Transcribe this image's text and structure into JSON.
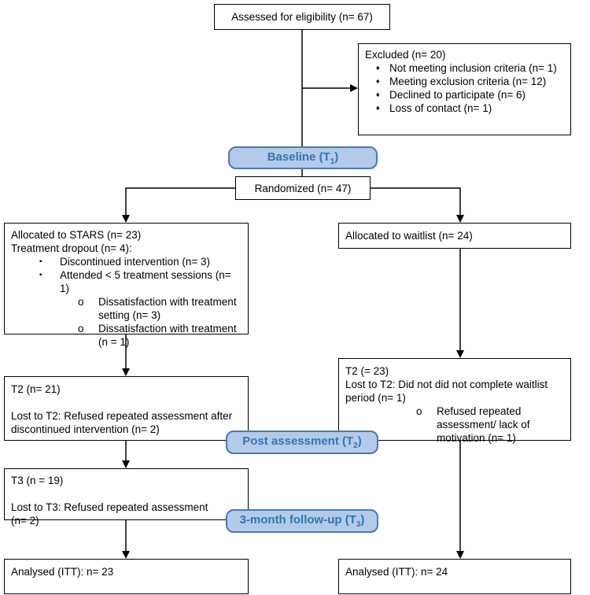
{
  "colors": {
    "stage_fill": "#b3cbe9",
    "stage_border": "#4979b5",
    "stage_text": "#3474b5",
    "line": "#000000"
  },
  "markers": {
    "diamond": "♦",
    "square": "▪",
    "circle": "o"
  },
  "boxes": {
    "eligibility": {
      "text": "Assessed for eligibility (n= 67)"
    },
    "excluded": {
      "title": "Excluded (n= 20)",
      "items": [
        "Not meeting inclusion criteria (n= 1)",
        "Meeting exclusion criteria (n= 12)",
        "Declined to participate (n= 6)",
        "Loss of contact (n= 1)"
      ]
    },
    "randomized": {
      "text": "Randomized (n= 47)"
    },
    "allocated_stars": {
      "line1": "Allocated to STARS (n= 23)",
      "line2": "Treatment dropout (n= 4):",
      "bullets": [
        {
          "text": "Discontinued intervention (n= 3)"
        },
        {
          "text": "Attended < 5 treatment sessions (n= 1)"
        }
      ],
      "subbullets": [
        {
          "text": "Dissatisfaction with treatment setting (n= 3)"
        },
        {
          "text": "Dissatisfaction with treatment (n = 1)"
        }
      ]
    },
    "allocated_waitlist": {
      "text": "Allocated to waitlist (n= 24)"
    },
    "t2_stars": {
      "line1": "T2 (n= 21)",
      "line2": "Lost to T2: Refused repeated assessment after discontinued intervention (n= 2)"
    },
    "t2_waitlist": {
      "line1": "T2 (= 23)",
      "line2": "Lost to T2: Did not did not complete waitlist period (n= 1)",
      "bullet": "Refused repeated assessment/ lack of motivation (n= 1)"
    },
    "t3_stars": {
      "line1": "T3 (n = 19)",
      "line2": "Lost to T3: Refused repeated assessment (n= 2)"
    },
    "analysed_stars": {
      "text": "Analysed (ITT): n= 23"
    },
    "analysed_waitlist": {
      "text": "Analysed (ITT): n= 24"
    }
  },
  "stages": {
    "baseline": {
      "pre": "Baseline (T",
      "sub": "1",
      "post": ")"
    },
    "post_assessment": {
      "pre": "Post assessment (T",
      "sub": "2",
      "post": ")"
    },
    "followup": {
      "pre": "3-month follow-up (T",
      "sub": "3",
      "post": ")"
    }
  }
}
